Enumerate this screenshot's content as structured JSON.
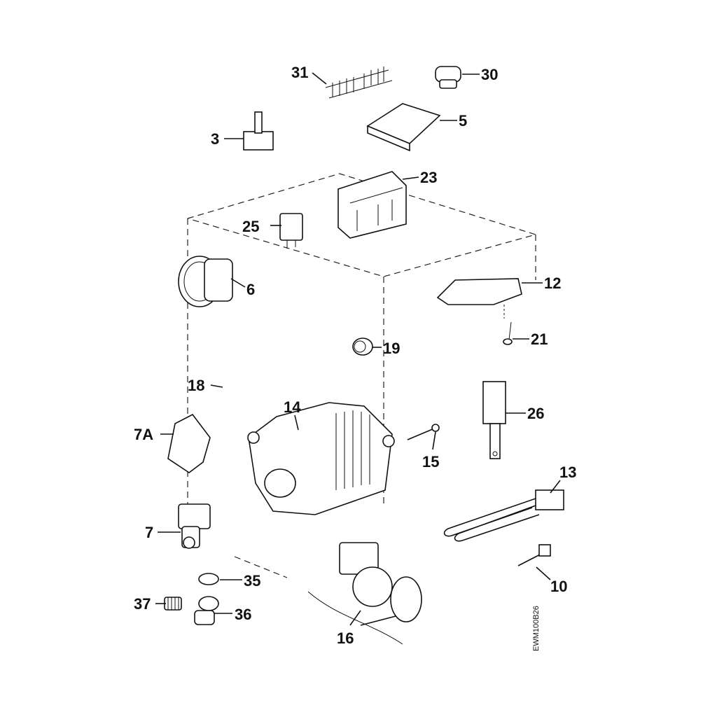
{
  "diagram": {
    "code": "EWM100B26",
    "labels": {
      "p31": "31",
      "p30": "30",
      "p3": "3",
      "p5": "5",
      "p23": "23",
      "p25": "25",
      "p6": "6",
      "p12": "12",
      "p21": "21",
      "p19": "19",
      "p18": "18",
      "p14": "14",
      "p26": "26",
      "p7A": "7A",
      "p15": "15",
      "p13": "13",
      "p7": "7",
      "p35": "35",
      "p10": "10",
      "p37": "37",
      "p36": "36",
      "p16": "16"
    }
  }
}
